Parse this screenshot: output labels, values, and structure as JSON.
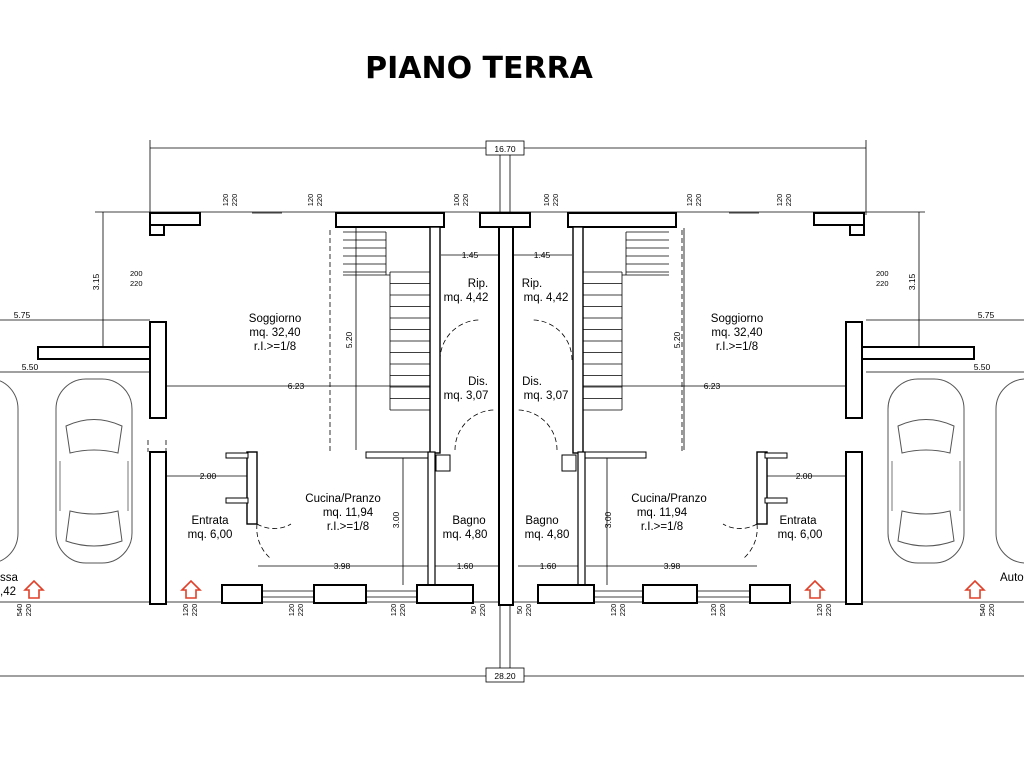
{
  "title": "PIANO TERRA",
  "dimensions": {
    "total_width_top": "16.70",
    "total_width_bottom": "28.20",
    "left_outer_a": "5.75",
    "left_outer_b": "5.50",
    "left_vertical": "3.15",
    "left_window": "200\n220",
    "stair_width": "1.45",
    "stair_height": "5.20",
    "living_width": "6.23",
    "entrance_width": "2.00",
    "kitchen_height": "3.00",
    "kitchen_width": "3.98",
    "bath_width": "1.60",
    "window_a": "120\n220",
    "window_b": "100\n220",
    "door_front": "540\n220",
    "door_small": "50\n220"
  },
  "rooms": {
    "soggiorno": {
      "name": "Soggiorno",
      "area": "mq. 32,40",
      "ri": "r.I.>=1/8"
    },
    "rip": {
      "name": "Rip.",
      "area": "mq. 4,42"
    },
    "dis": {
      "name": "Dis.",
      "area": "mq. 3,07"
    },
    "cucina": {
      "name": "Cucina/Pranzo",
      "area": "mq. 11,94",
      "ri": "r.I.>=1/8"
    },
    "bagno": {
      "name": "Bagno",
      "area": "mq. 4,80"
    },
    "entrata": {
      "name": "Entrata",
      "area": "mq. 6,00"
    }
  },
  "edge_labels": {
    "left_partial_name": "ssa",
    "left_partial_area": ",42",
    "right_partial_name": "Auto"
  },
  "colors": {
    "line": "#000000",
    "arrow": "#e0402a",
    "car": "#555555"
  }
}
